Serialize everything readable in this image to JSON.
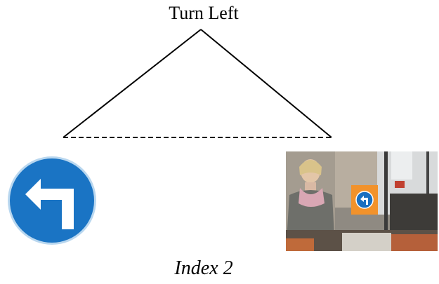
{
  "root_label": "Turn Left",
  "caption": "Index 2",
  "sign": {
    "icon": "turn-left-arrow-sign",
    "fill_color": "#1a74c4",
    "ring_color": "#b9d7ef",
    "arrow_color": "#ffffff"
  },
  "photo": {
    "description_icon": "street-photo-with-turn-left-sign",
    "sign_board_color": "#f2922b",
    "sign_disc_color": "#1a6fc0"
  },
  "colors": {
    "lines": "#000000"
  }
}
